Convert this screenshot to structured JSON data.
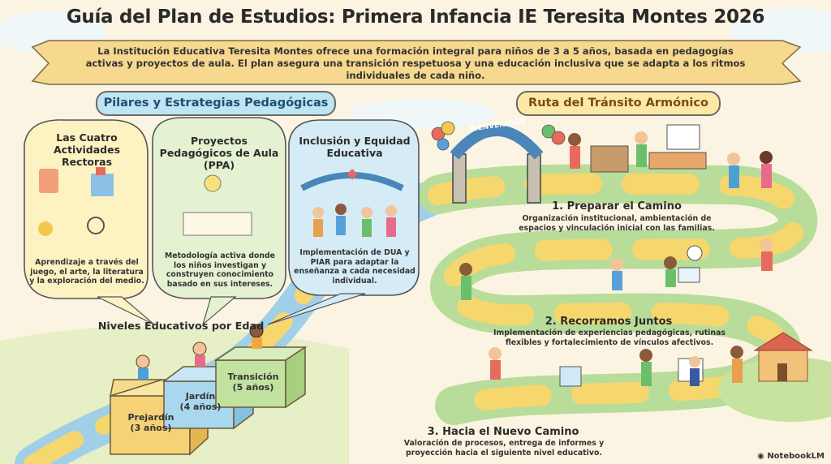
{
  "title": "Guía del Plan de Estudios: Primera Infancia IE Teresita Montes 2026",
  "intro": "La Institución Educativa Teresita Montes ofrece una formación integral para niños de 3 a 5 años, basada en pedagogías activas y proyectos de aula. El plan asegura una transición respetuosa y una educación inclusiva que se adapta a los ritmos individuales de cada niño.",
  "pillars": {
    "heading": "Pilares y Estrategias Pedagógicas",
    "items": [
      {
        "title": "Las Cuatro Actividades Rectoras",
        "desc": "Aprendizaje a través del juego, el arte, la literatura y la exploración del medio."
      },
      {
        "title": "Proyectos Pedagógicos de Aula (PPA)",
        "desc": "Metodología activa donde los niños investigan y construyen conocimiento basado en sus intereses."
      },
      {
        "title": "Inclusión y Equidad Educativa",
        "desc": "Implementación de DUA y PIAR para adaptar la enseñanza a cada necesidad individual."
      }
    ]
  },
  "levels": {
    "heading": "Niveles Educativos por Edad",
    "items": [
      {
        "name": "Prejardín",
        "age": "(3 años)"
      },
      {
        "name": "Jardín",
        "age": "(4 años)"
      },
      {
        "name": "Transición",
        "age": "(5 años)"
      }
    ]
  },
  "route": {
    "heading": "Ruta del Tránsito Armónico",
    "gate_sign": "BIENVENIDOS",
    "steps": [
      {
        "title": "1. Preparar el Camino",
        "desc": "Organización institucional, ambientación de espacios y vinculación inicial con las familias."
      },
      {
        "title": "2. Recorramos Juntos",
        "desc": "Implementación de experiencias pedagógicas, rutinas flexibles y fortalecimiento de vínculos afectivos."
      },
      {
        "title": "3. Hacia el Nuevo Camino",
        "desc": "Valoración de procesos, entrega de informes y proyección hacia el siguiente nivel educativo."
      }
    ]
  },
  "brand": "NotebookLM",
  "colors": {
    "sky": "#bfe4f2",
    "sun": "#fde8a6",
    "cream": "#fbf4e2",
    "path_yellow": "#f5d76e",
    "path_blue": "#9fd0e8",
    "path_green": "#b8dc9a"
  }
}
